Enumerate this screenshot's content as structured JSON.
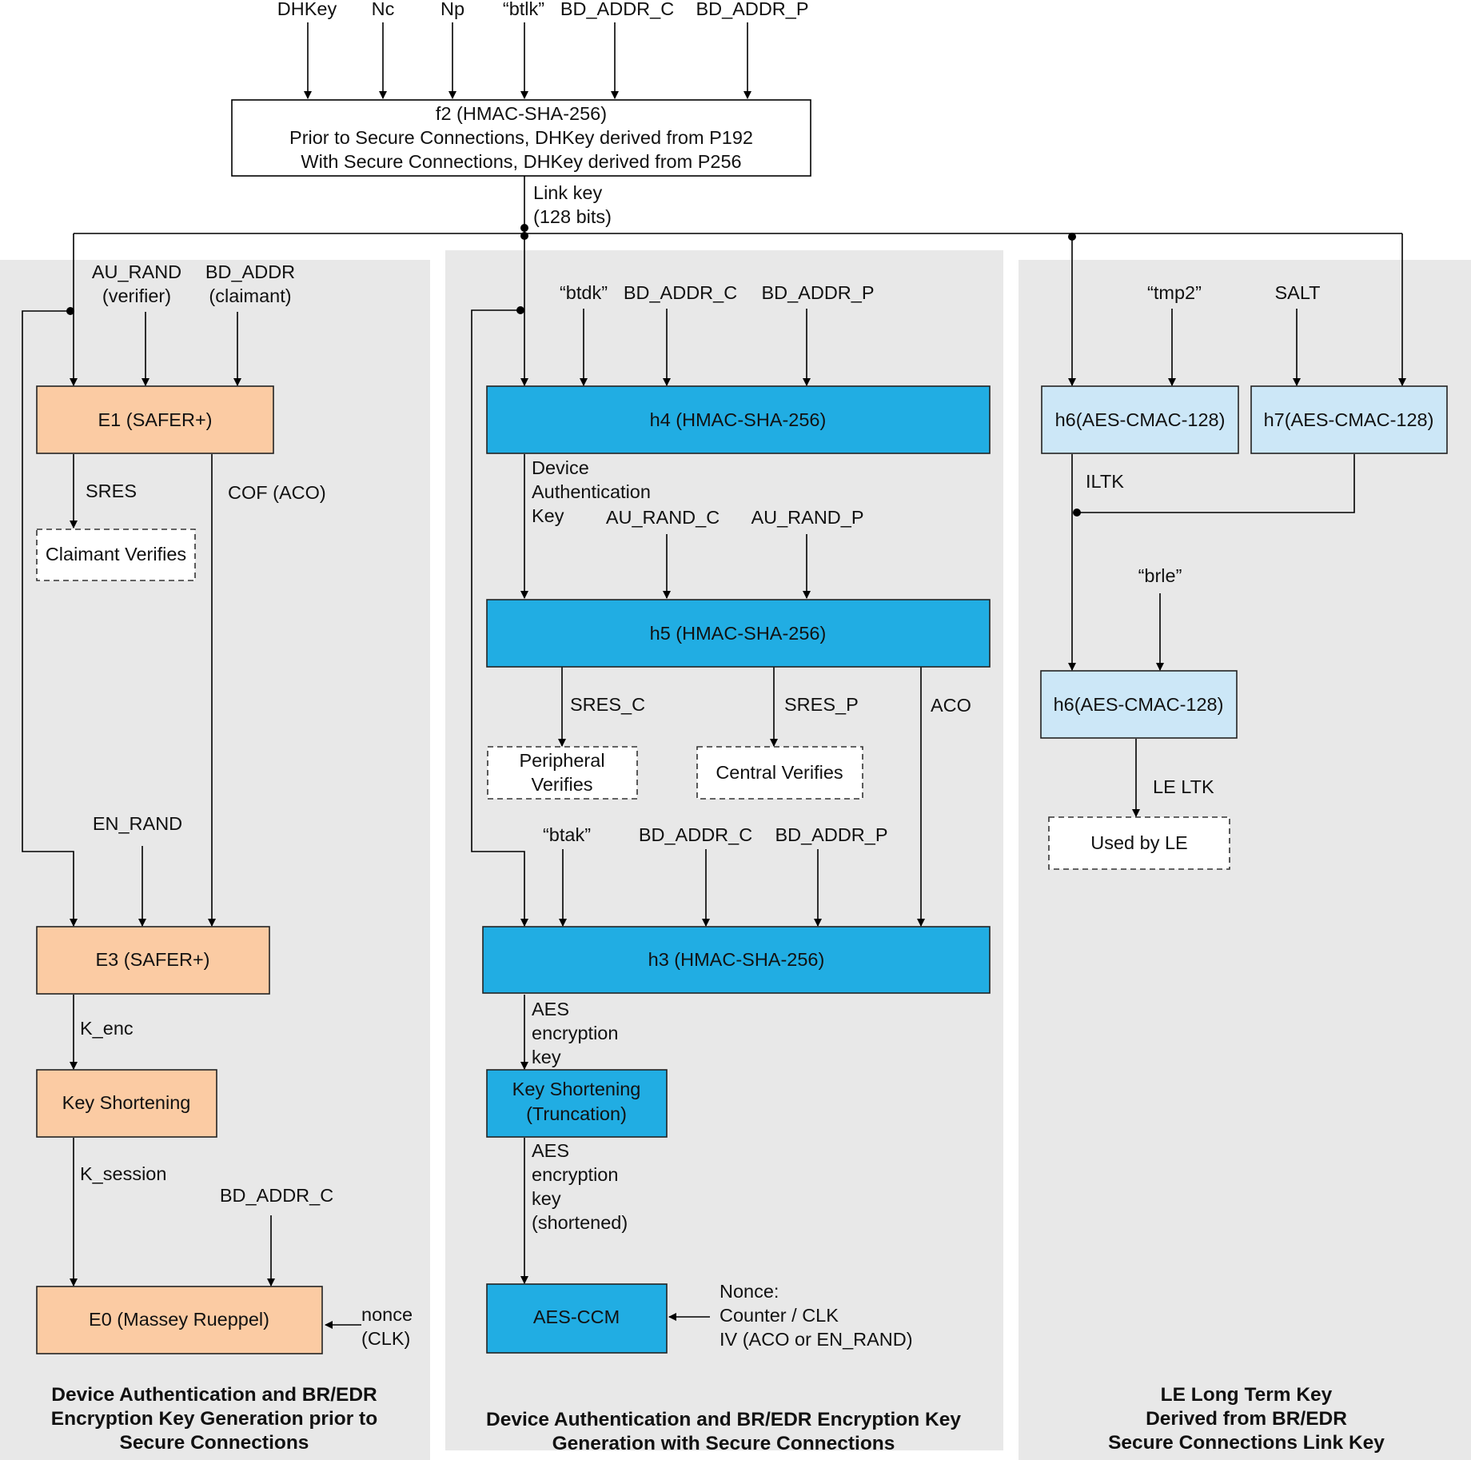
{
  "inputs_top": {
    "dhkey": "DHKey",
    "nc": "Nc",
    "np": "Np",
    "btlk": "“btlk”",
    "bd_addr_c": "BD_ADDR_C",
    "bd_addr_p": "BD_ADDR_P"
  },
  "f2_box": {
    "line1": "f2 (HMAC-SHA-256)",
    "line2": "Prior to Secure Connections, DHKey derived from P192",
    "line3": "With Secure Connections, DHKey derived from P256"
  },
  "link_key": {
    "line1": "Link key",
    "line2": "(128 bits)"
  },
  "left_panel": {
    "au_rand_1": "AU_RAND",
    "au_rand_2": "(verifier)",
    "bd_addr_1": "BD_ADDR",
    "bd_addr_2": "(claimant)",
    "e1": "E1 (SAFER+)",
    "sres": "SRES",
    "cof": "COF (ACO)",
    "claimant_verifies": "Claimant Verifies",
    "en_rand": "EN_RAND",
    "e3": "E3 (SAFER+)",
    "k_enc": "K_enc",
    "key_shortening": "Key Shortening",
    "k_session": "K_session",
    "bd_addr_c": "BD_ADDR_C",
    "e0": "E0 (Massey Rueppel)",
    "nonce_1": "nonce",
    "nonce_2": "(CLK)",
    "title_1": "Device Authentication and BR/EDR",
    "title_2": "Encryption Key Generation prior to",
    "title_3": "Secure Connections"
  },
  "middle_panel": {
    "btdk": "“btdk”",
    "bd_addr_c": "BD_ADDR_C",
    "bd_addr_p": "BD_ADDR_P",
    "h4": "h4 (HMAC-SHA-256)",
    "dak_1": "Device",
    "dak_2": "Authentication",
    "dak_3": "Key",
    "au_rand_c": "AU_RAND_C",
    "au_rand_p": "AU_RAND_P",
    "h5": "h5 (HMAC-SHA-256)",
    "sres_c": "SRES_C",
    "sres_p": "SRES_P",
    "aco": "ACO",
    "peripheral_verifies_1": "Peripheral",
    "peripheral_verifies_2": "Verifies",
    "central_verifies": "Central Verifies",
    "btak": "“btak”",
    "bd_addr_c2": "BD_ADDR_C",
    "bd_addr_p2": "BD_ADDR_P",
    "h3": "h3 (HMAC-SHA-256)",
    "aes_key_1": "AES",
    "aes_key_2": "encryption",
    "aes_key_3": "key",
    "ks_1": "Key Shortening",
    "ks_2": "(Truncation)",
    "aes_short_1": "AES",
    "aes_short_2": "encryption",
    "aes_short_3": "key",
    "aes_short_4": "(shortened)",
    "aes_ccm": "AES-CCM",
    "nonce_1": "Nonce:",
    "nonce_2": "Counter / CLK",
    "nonce_3": "IV (ACO or EN_RAND)",
    "title_1": "Device Authentication and BR/EDR Encryption Key",
    "title_2": "Generation with Secure Connections"
  },
  "right_panel": {
    "tmp2": "“tmp2”",
    "salt": "SALT",
    "h6a": "h6(AES-CMAC-128)",
    "h7": "h7(AES-CMAC-128)",
    "iltk": "ILTK",
    "brle": "“brle”",
    "h6b": "h6(AES-CMAC-128)",
    "le_ltk": "LE LTK",
    "used_by_le": "Used by LE",
    "title_1": "LE Long Term Key",
    "title_2": "Derived from BR/EDR",
    "title_3": "Secure Connections Link Key"
  },
  "colors": {
    "panel_bg": "#e8e8e8",
    "orange_box": "#fbcba3",
    "blue_box": "#21ade3",
    "light_blue_box": "#cce7f7"
  }
}
